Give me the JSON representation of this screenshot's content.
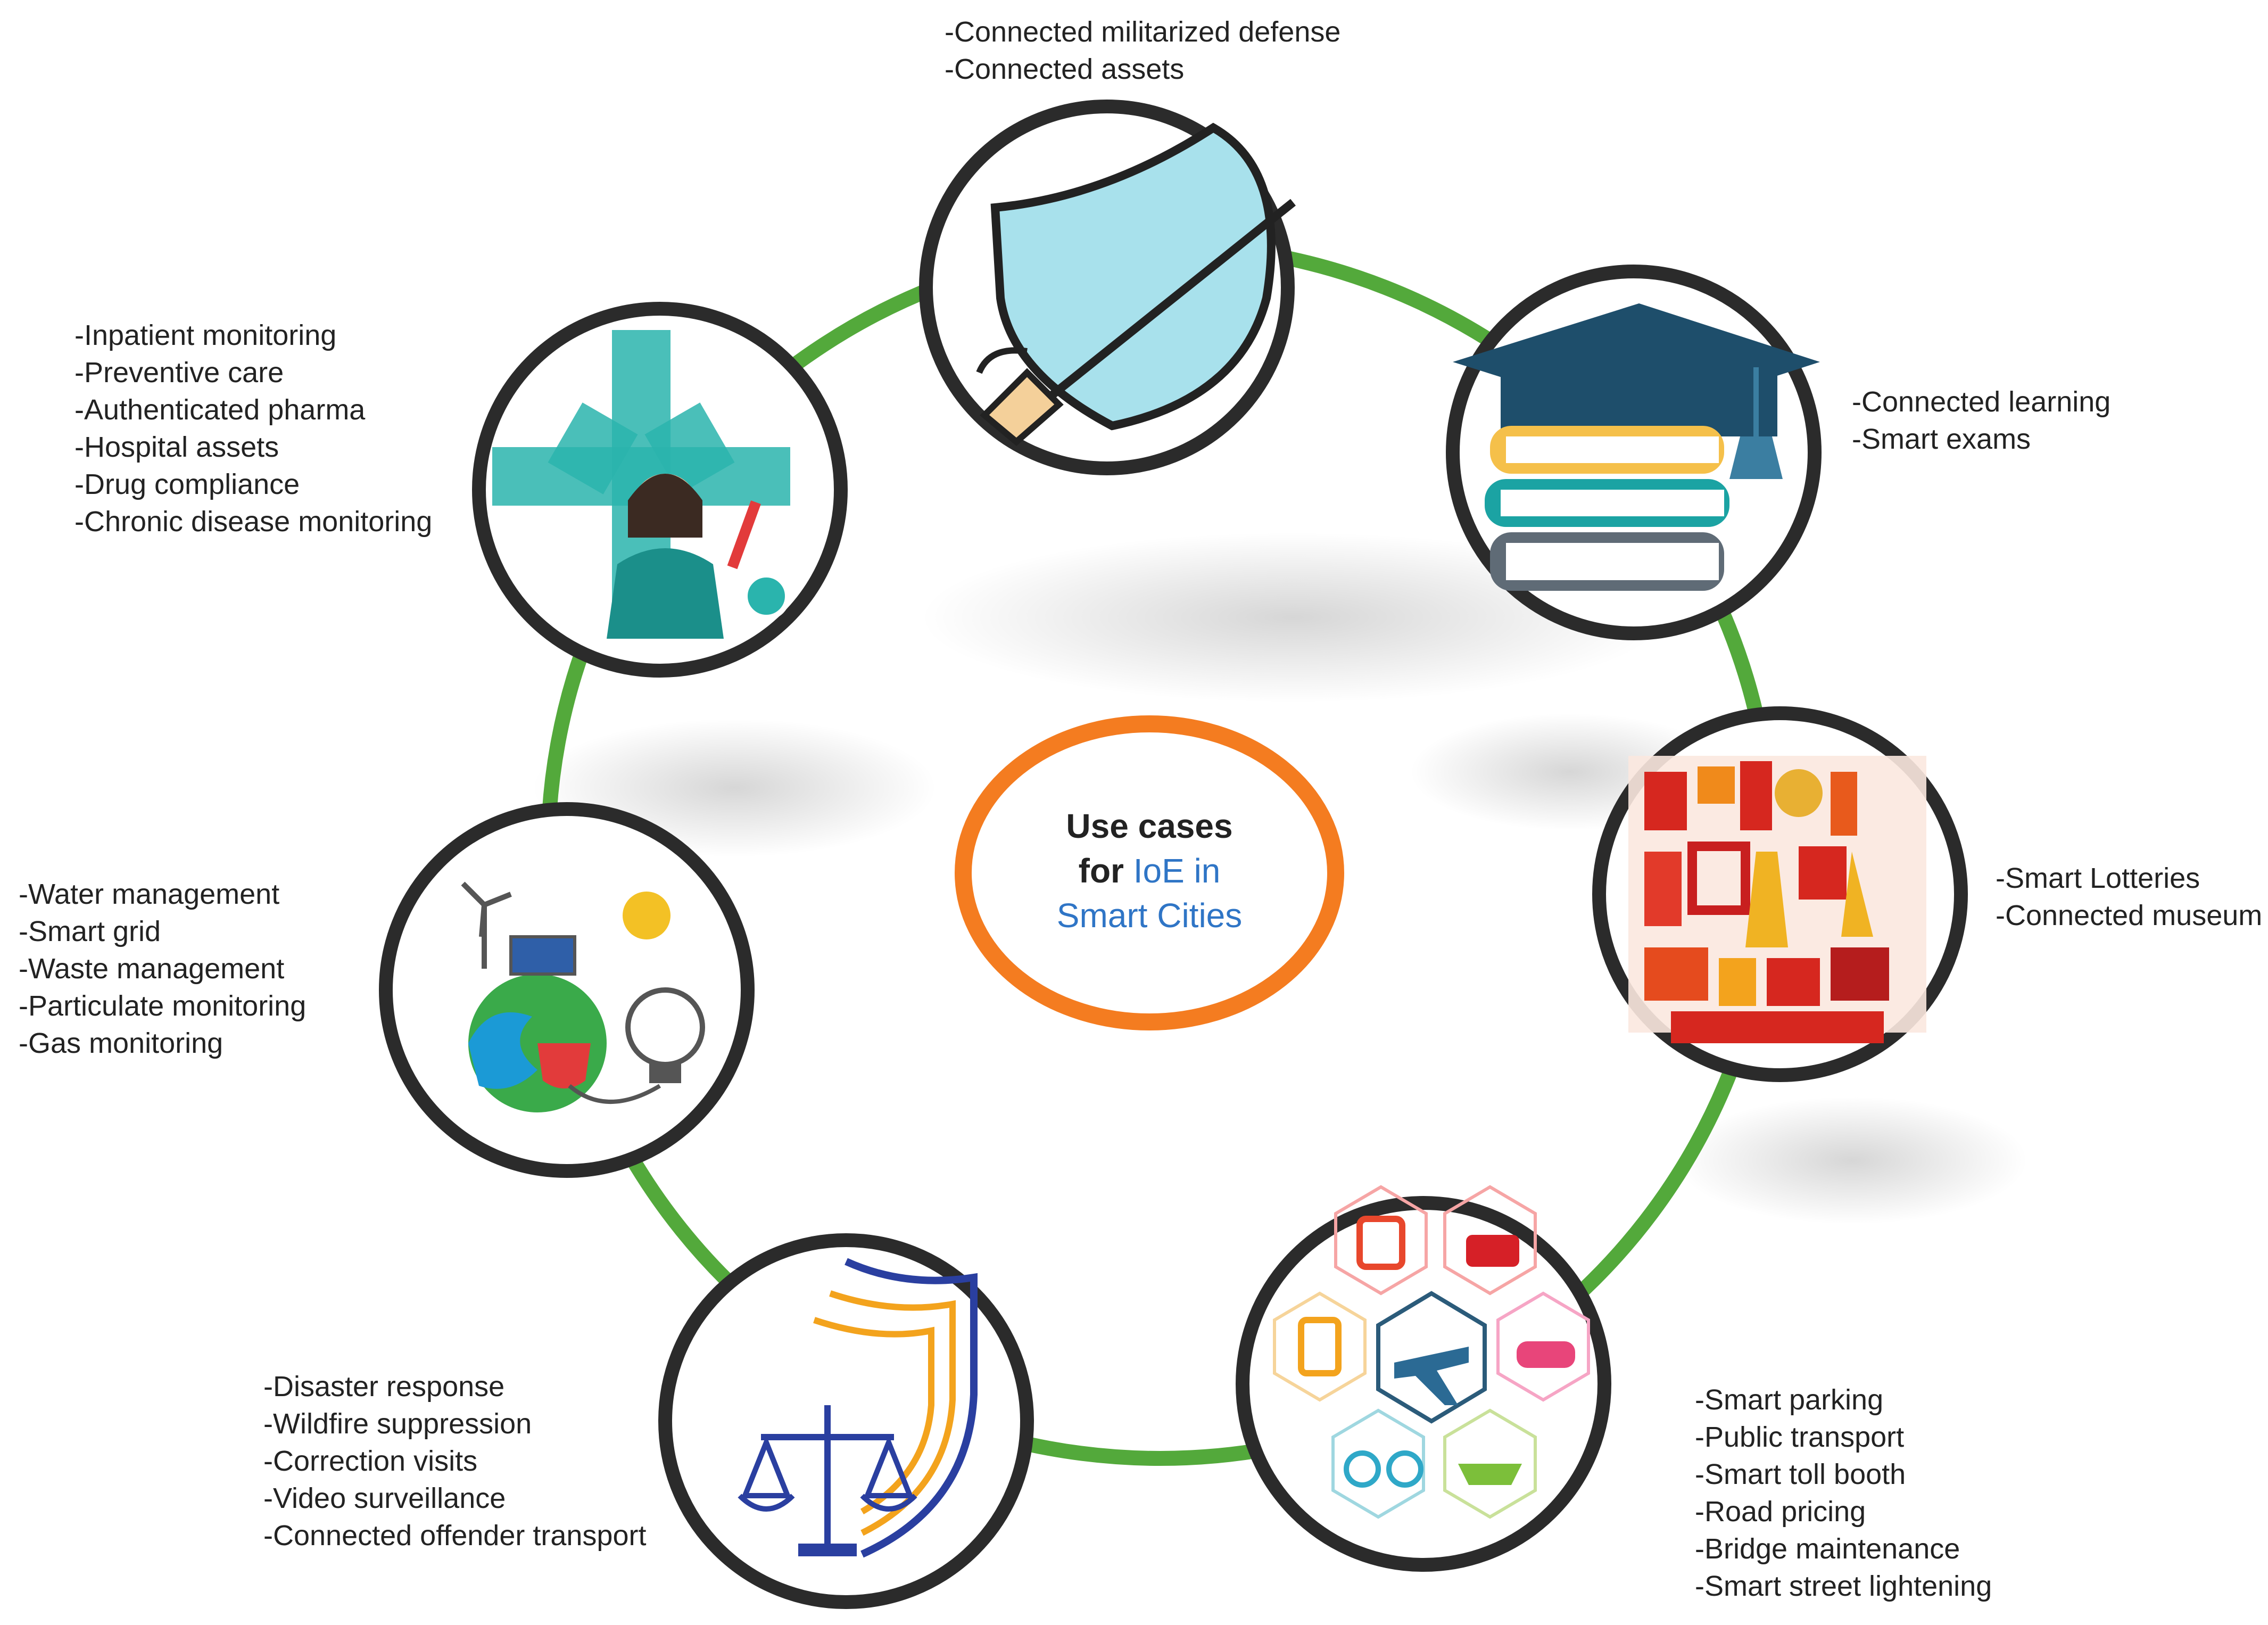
{
  "center": {
    "line1": "Use cases",
    "line2_bold": "for",
    "line2_blue": "IoE in",
    "line3": "Smart Cities"
  },
  "nodes": {
    "defense": {
      "icon": "shield-sword-icon",
      "items": [
        "-Connected militarized defense",
        "-Connected assets"
      ]
    },
    "education": {
      "icon": "graduation-books-icon",
      "items": [
        "-Connected learning",
        "-Smart exams"
      ]
    },
    "culture": {
      "icon": "culture-collage-icon",
      "items": [
        "-Smart Lotteries",
        "-Connected museum"
      ]
    },
    "transport": {
      "icon": "transport-hexagons-icon",
      "items": [
        "-Smart parking",
        "-Public transport",
        "-Smart toll booth",
        "-Road pricing",
        "-Bridge maintenance",
        "-Smart street lightening"
      ]
    },
    "justice": {
      "icon": "justice-shield-scale-icon",
      "items": [
        "-Disaster response",
        "-Wildfire suppression",
        "-Correction visits",
        "-Video surveillance",
        "-Connected offender transport"
      ]
    },
    "energy": {
      "icon": "energy-environment-icon",
      "items": [
        "-Water management",
        "-Smart grid",
        "-Waste management",
        "-Particulate monitoring",
        "-Gas monitoring"
      ]
    },
    "health": {
      "icon": "healthcare-doctor-icon",
      "items": [
        "-Inpatient monitoring",
        "-Preventive care",
        "-Authenticated pharma",
        "-Hospital assets",
        "-Drug compliance",
        "-Chronic disease monitoring"
      ]
    }
  },
  "colors": {
    "ring": "#53a93b",
    "center_ring": "#f47c20",
    "node_border": "#2b2b2b",
    "accent_blue": "#2f75c6"
  }
}
